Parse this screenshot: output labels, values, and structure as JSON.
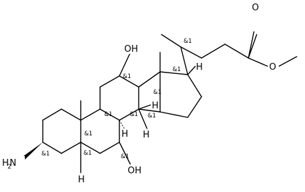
{
  "atoms": {
    "oh_top": "OH",
    "oh_bottom": "OH",
    "nh2_n": "N",
    "nh2_h": "H",
    "nh2_sub": "2",
    "ester_o_carbonyl": "O",
    "ester_o_methoxy": "O"
  },
  "hydrogens": {
    "h_c14": "H",
    "h_c9": "H",
    "h_c17": "H",
    "h_c8": "H",
    "h_c5": "H"
  },
  "stereo_labels": {
    "c20": "&1",
    "c17": "&1",
    "c12": "&1",
    "c13": "&1",
    "c14": "&1",
    "c9": "&1",
    "c8": "&1",
    "c10": "&1",
    "c3": "&1",
    "c5": "&1",
    "c7": "&1"
  }
}
